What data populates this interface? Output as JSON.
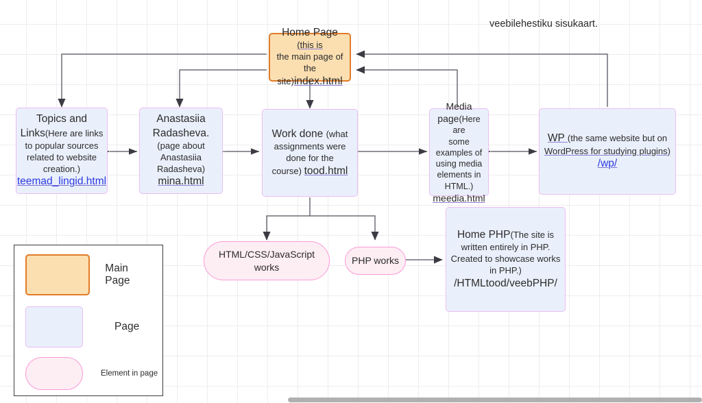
{
  "caption": "veebilehestiku sisukaart.",
  "nodes": {
    "home": {
      "kind": "main-page",
      "line1_a": "Home Page ",
      "line1_b": "(this is",
      "line2": "the main page of the",
      "line3_a": "site)",
      "line3_link": "index.html"
    },
    "topics": {
      "kind": "page",
      "title_a": "Topics and",
      "title_b": "Links",
      "desc1": "(Here are links",
      "desc2": "to popular sources",
      "desc3": "related to website",
      "desc4": "creation.)",
      "link": "teemad_lingid.html"
    },
    "about": {
      "kind": "page",
      "title1": "Anastasiia",
      "title2": "Radasheva.",
      "desc1": "(page about",
      "desc2": "Anastasiia",
      "desc3": "Radasheva)",
      "link": "mina.html"
    },
    "work": {
      "kind": "page",
      "title": "Work done ",
      "desc1": "(what",
      "desc2": "assignments were",
      "desc3": "done for the",
      "desc4": "course) ",
      "link": "tood.html"
    },
    "media": {
      "kind": "page",
      "title1": "Media",
      "title2": "page",
      "desc1": "(Here are",
      "desc2": "some",
      "desc3": "examples of",
      "desc4": "using media",
      "desc5": "elements in",
      "desc6": "HTML.)",
      "link": "meedia.html"
    },
    "wp": {
      "kind": "page",
      "title": "WP ",
      "desc1": "(the same website but on",
      "desc2": "WordPress for studying plugins)",
      "link": "/wp/"
    },
    "htmlcss": {
      "kind": "element",
      "line1": "HTML/CSS/JavaScript",
      "line2": "works"
    },
    "phpworks": {
      "kind": "element",
      "line1": "PHP works"
    },
    "homephp": {
      "kind": "page",
      "title": "Home PHP",
      "desc1": "(The site is",
      "desc2": "written entirely in PHP.",
      "desc3": "Created to showcase works",
      "desc4": "in PHP.)",
      "path": "/HTMLtood/veebPHP/"
    }
  },
  "legend": {
    "items": [
      {
        "swatch": "main-page",
        "label": "Main Page"
      },
      {
        "swatch": "page",
        "label": "Page"
      },
      {
        "swatch": "element",
        "label": "Element in page"
      }
    ]
  },
  "colors": {
    "main_fill": "#fbdfb1",
    "main_stroke": "#e07b28",
    "page_fill": "#eaf0fb",
    "page_stroke": "#eabdf3",
    "element_fill": "#fdeef4",
    "element_stroke": "#f99ad6",
    "edge": "#5e5e66",
    "grid": "#ededed",
    "link": "#2c3ae0"
  }
}
